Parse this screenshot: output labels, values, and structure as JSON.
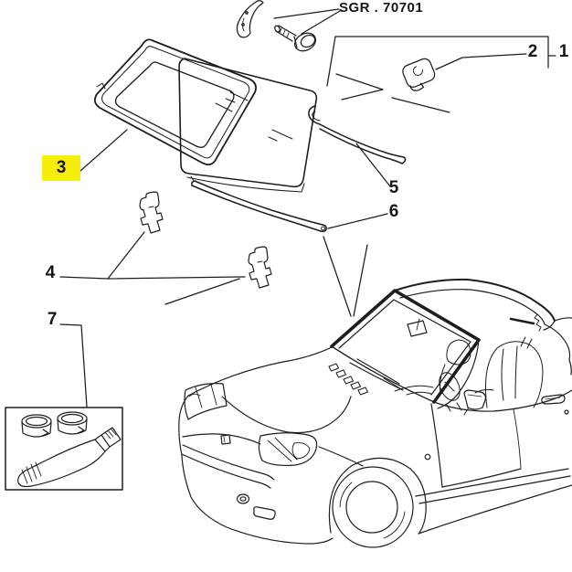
{
  "header": {
    "code_label": "SGR . 70701"
  },
  "callouts": [
    {
      "id": "1",
      "label": "1",
      "highlighted": false
    },
    {
      "id": "2",
      "label": "2",
      "highlighted": false
    },
    {
      "id": "3",
      "label": "3",
      "highlighted": true
    },
    {
      "id": "4",
      "label": "4",
      "highlighted": false
    },
    {
      "id": "5",
      "label": "5",
      "highlighted": false
    },
    {
      "id": "6",
      "label": "6",
      "highlighted": false
    },
    {
      "id": "7",
      "label": "7",
      "highlighted": false
    }
  ],
  "colors": {
    "highlight": "#f5ed0a",
    "line": "#1d1d1d",
    "background": "#ffffff"
  }
}
